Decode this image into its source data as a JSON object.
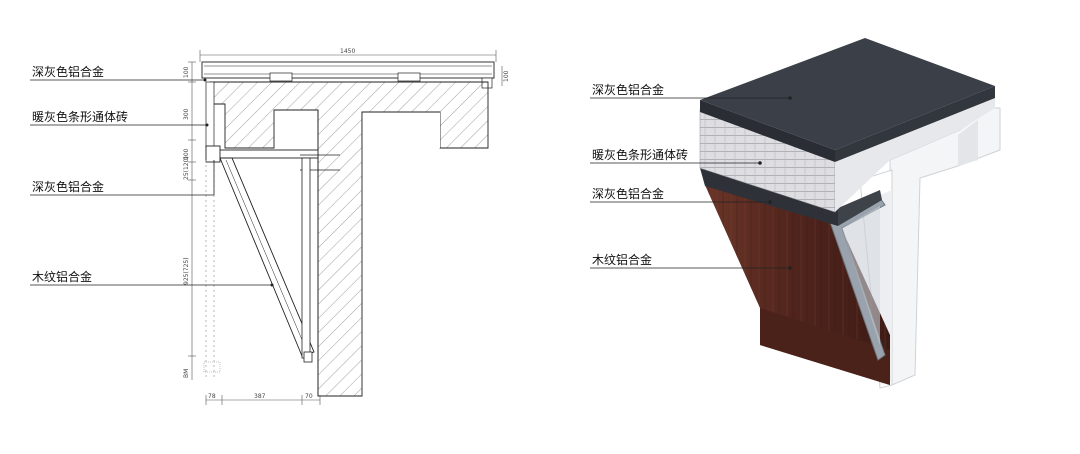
{
  "section_drawing": {
    "labels": [
      "深灰色铝合金",
      "暖灰色条形通体砖",
      "深灰色铝合金",
      "木纹铝合金"
    ],
    "dimensions": {
      "top_width": "1450",
      "bottom_a": "78",
      "bottom_b": "387",
      "bottom_c": "70",
      "vert_1": "100",
      "vert_2": "300",
      "vert_3": "100",
      "vert_4": "25(120)",
      "vert_5": "925(725)",
      "vert_6": "BM",
      "right_1": "100"
    }
  },
  "axonometric": {
    "labels": [
      "深灰色铝合金",
      "暖灰色条形通体砖",
      "深灰色铝合金",
      "木纹铝合金"
    ]
  },
  "colors": {
    "dark_alloy": "#3b4048",
    "brick": "#d9d9dc",
    "wood": "#5a2b22",
    "frame": "#f2f3f5",
    "line": "#222222"
  }
}
